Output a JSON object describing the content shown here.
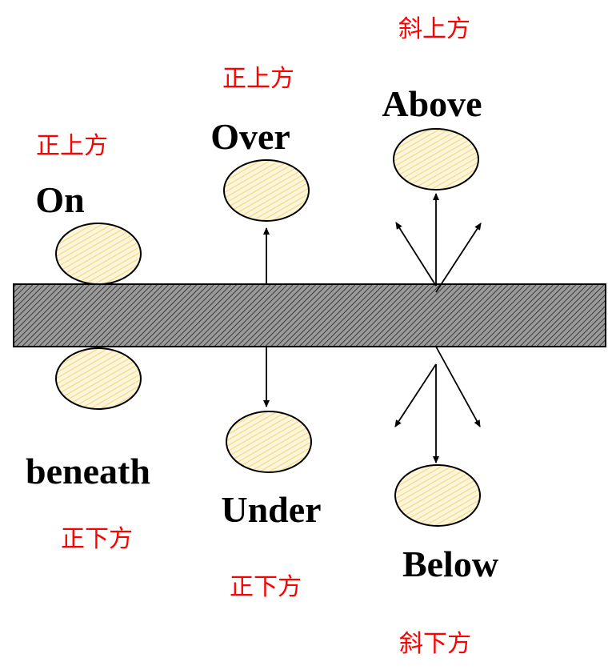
{
  "labels": {
    "on": "On",
    "over": "Over",
    "above": "Above",
    "beneath": "beneath",
    "under": "Under",
    "below": "Below"
  },
  "chinese": {
    "on": "正上方",
    "over": "正上方",
    "above": "斜上方",
    "beneath": "正下方",
    "under": "正下方",
    "below": "斜下方"
  },
  "colors": {
    "bar_fill": "#8c8c8c",
    "ball_fill": "#fdf6dc",
    "ball_stripe": "#f3d77a",
    "english_text": "#000000",
    "chinese_text": "#ff0000"
  }
}
